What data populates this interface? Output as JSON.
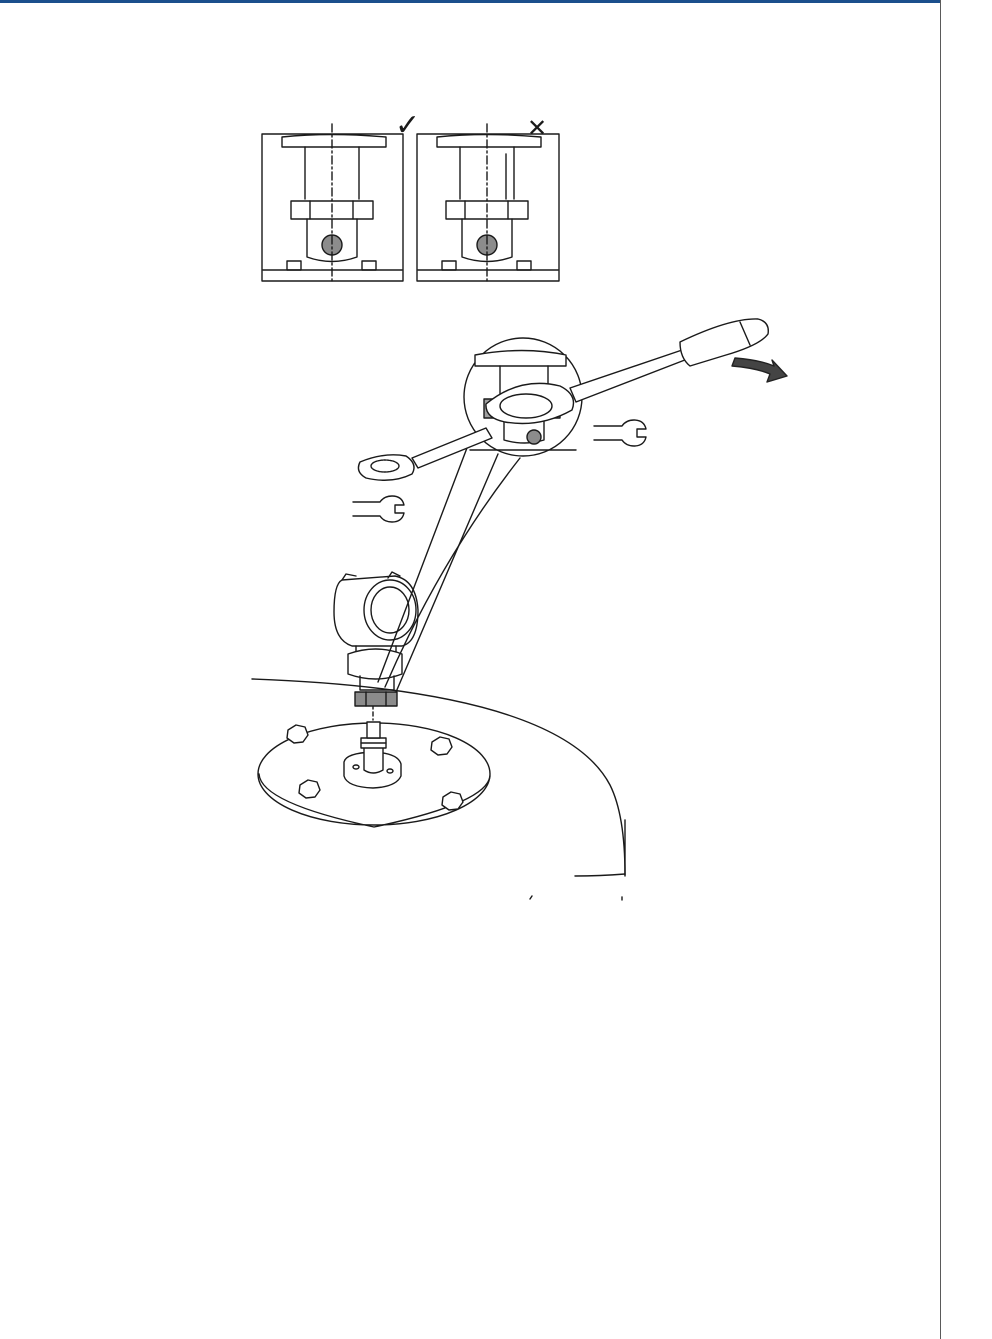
{
  "header": {
    "rule_color": "#1b4f8c"
  },
  "figure": {
    "correct_mark": "✓",
    "incorrect_mark": "✕",
    "panels": [
      {
        "name": "correct-alignment",
        "status": "correct"
      },
      {
        "name": "incorrect-alignment",
        "status": "incorrect"
      }
    ],
    "tools": [
      "torque-wrench",
      "ring-wrench",
      "open-end-wrench"
    ],
    "rotation_arrow": "clockwise"
  }
}
